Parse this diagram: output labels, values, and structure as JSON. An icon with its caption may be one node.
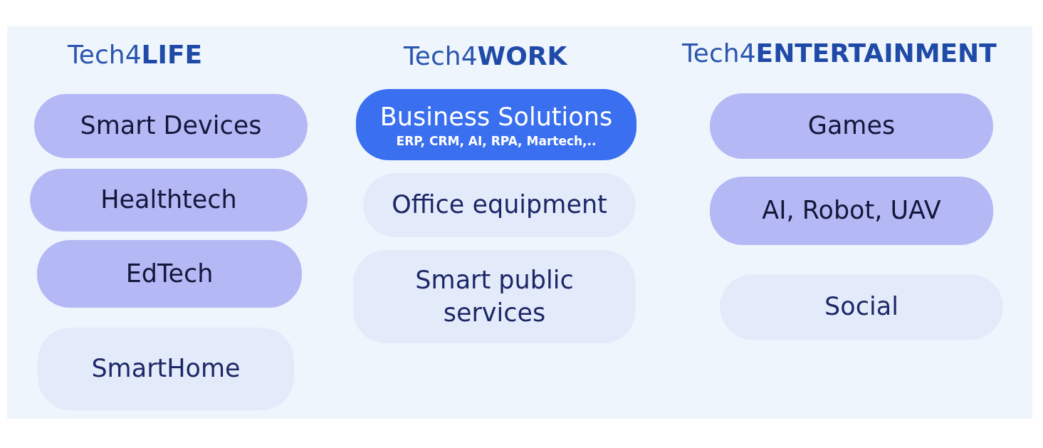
{
  "diagram": {
    "nodes": [
      {
        "text": [
          "Smart Devices"
        ]
      },
      {
        "text": [
          "Healthtech"
        ]
      },
      {
        "text": [
          "EdTech"
        ]
      },
      {
        "text": [
          "SmartHome"
        ]
      },
      {
        "text": [
          "Business Solutions",
          "ERP, CRM, AI, RPA, Martech,.."
        ]
      },
      {
        "text": [
          "Office equipment"
        ]
      },
      {
        "text": [
          "Smart public services"
        ]
      },
      {
        "text": [
          "Games"
        ]
      },
      {
        "text": [
          "AI, Robot, UAV"
        ]
      },
      {
        "text": [
          "Social"
        ]
      }
    ],
    "labels": [
      "Tech4**LIFE**",
      "Tech4**WORK**",
      "Tech4**ENTERTAINMENT**"
    ]
  }
}
